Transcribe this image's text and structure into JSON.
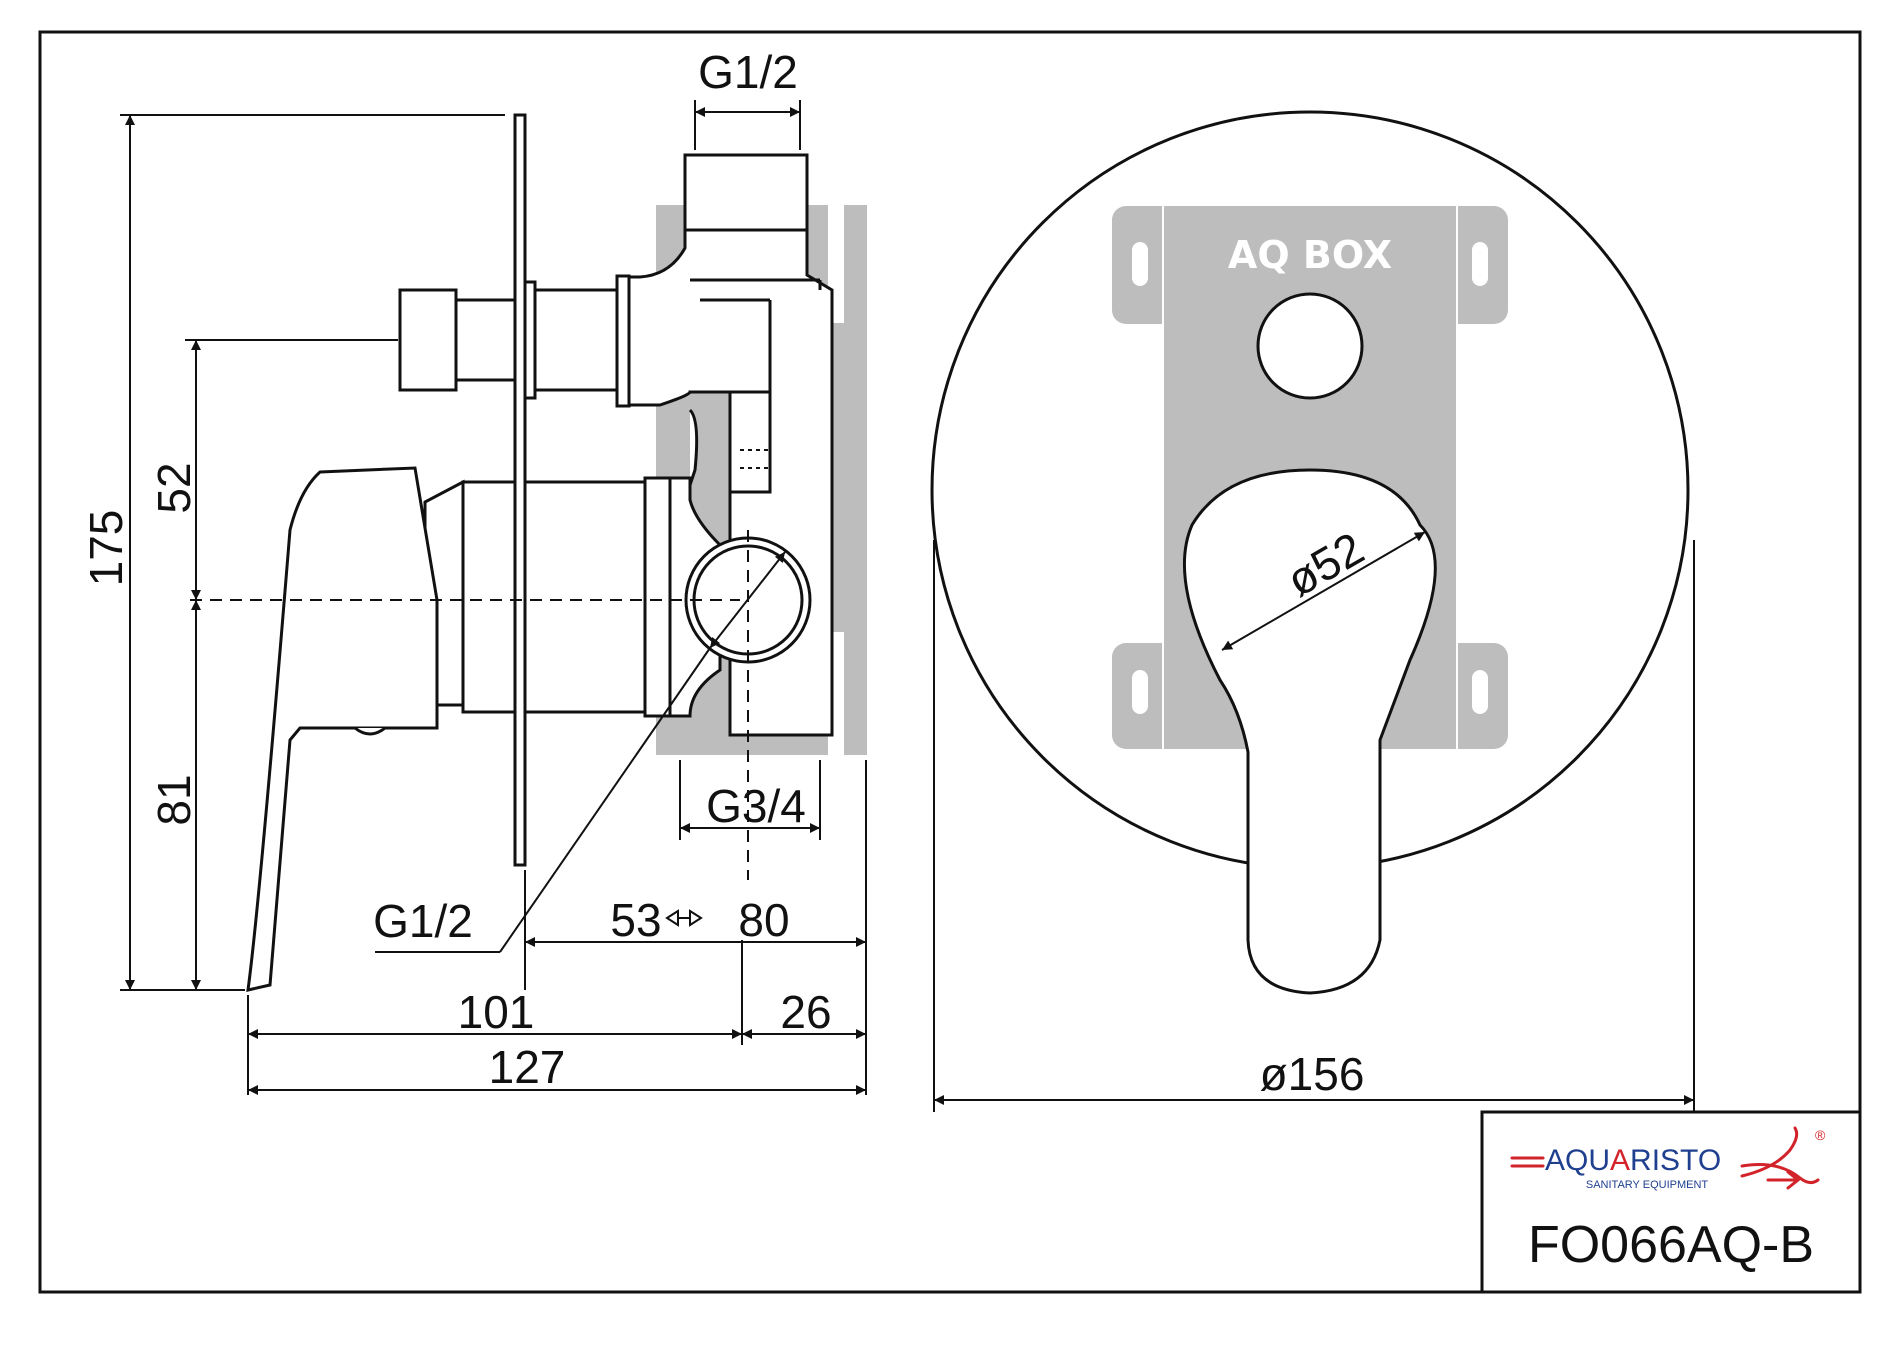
{
  "drawing": {
    "dimensions": {
      "top_connection": "G1/2",
      "height_total": "175",
      "height_upper": "52",
      "height_lower": "81",
      "bottom_connection": "G3/4",
      "side_connection": "G1/2",
      "depth_range_from": "53",
      "depth_range_to": "80",
      "depth_main": "101",
      "depth_extra": "26",
      "depth_total": "127",
      "outlet_diameter": "ø52",
      "plate_diameter": "ø156"
    },
    "box_label": "AQ BOX"
  },
  "title_block": {
    "brand_prefix": "AQU",
    "brand_highlight": "A",
    "brand_suffix": "RISTO",
    "brand_tagline": "SANITARY EQUIPMENT",
    "registered_mark": "®",
    "product_code": "FO066AQ-B"
  },
  "colors": {
    "line": "#111111",
    "box_fill": "#bdbdbd",
    "brand_blue": "#1f3f8f",
    "brand_red": "#d3232a"
  }
}
